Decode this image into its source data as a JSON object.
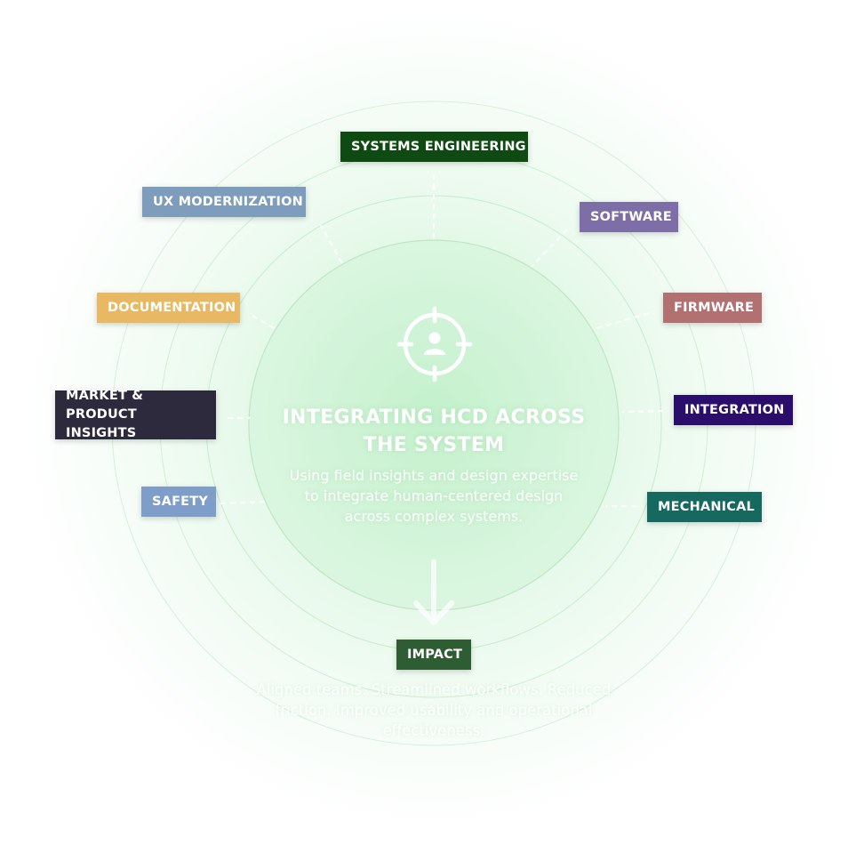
{
  "center": {
    "icon": "target-user-icon",
    "title": "INTEGRATING HCD ACROSS THE SYSTEM",
    "subtitle": "Using field insights and design expertise to integrate human-centered design across complex systems."
  },
  "disciplines": [
    {
      "label": "SYSTEMS ENGINEERING",
      "color": "#0e4a12"
    },
    {
      "label": "UX MODERNIZATION",
      "color": "#7e9cbc"
    },
    {
      "label": "SOFTWARE",
      "color": "#7e6ea8"
    },
    {
      "label": "DOCUMENTATION",
      "color": "#e8b862"
    },
    {
      "label": "FIRMWARE",
      "color": "#b27070"
    },
    {
      "label": "MARKET & PRODUCT INSIGHTS",
      "color": "#2e2a3d"
    },
    {
      "label": "INTEGRATION",
      "color": "#2b0e6b"
    },
    {
      "label": "SAFETY",
      "color": "#7e9dc8"
    },
    {
      "label": "MECHANICAL",
      "color": "#16695f"
    }
  ],
  "impact": {
    "label": "IMPACT",
    "color": "#2f5d33",
    "text": "Aligned teams. Streamlined workflows. Reduced friction. Improved usability and operational effectiveness."
  },
  "colors": {
    "ring": "#c9ecd0",
    "connector": "#ffffff"
  }
}
